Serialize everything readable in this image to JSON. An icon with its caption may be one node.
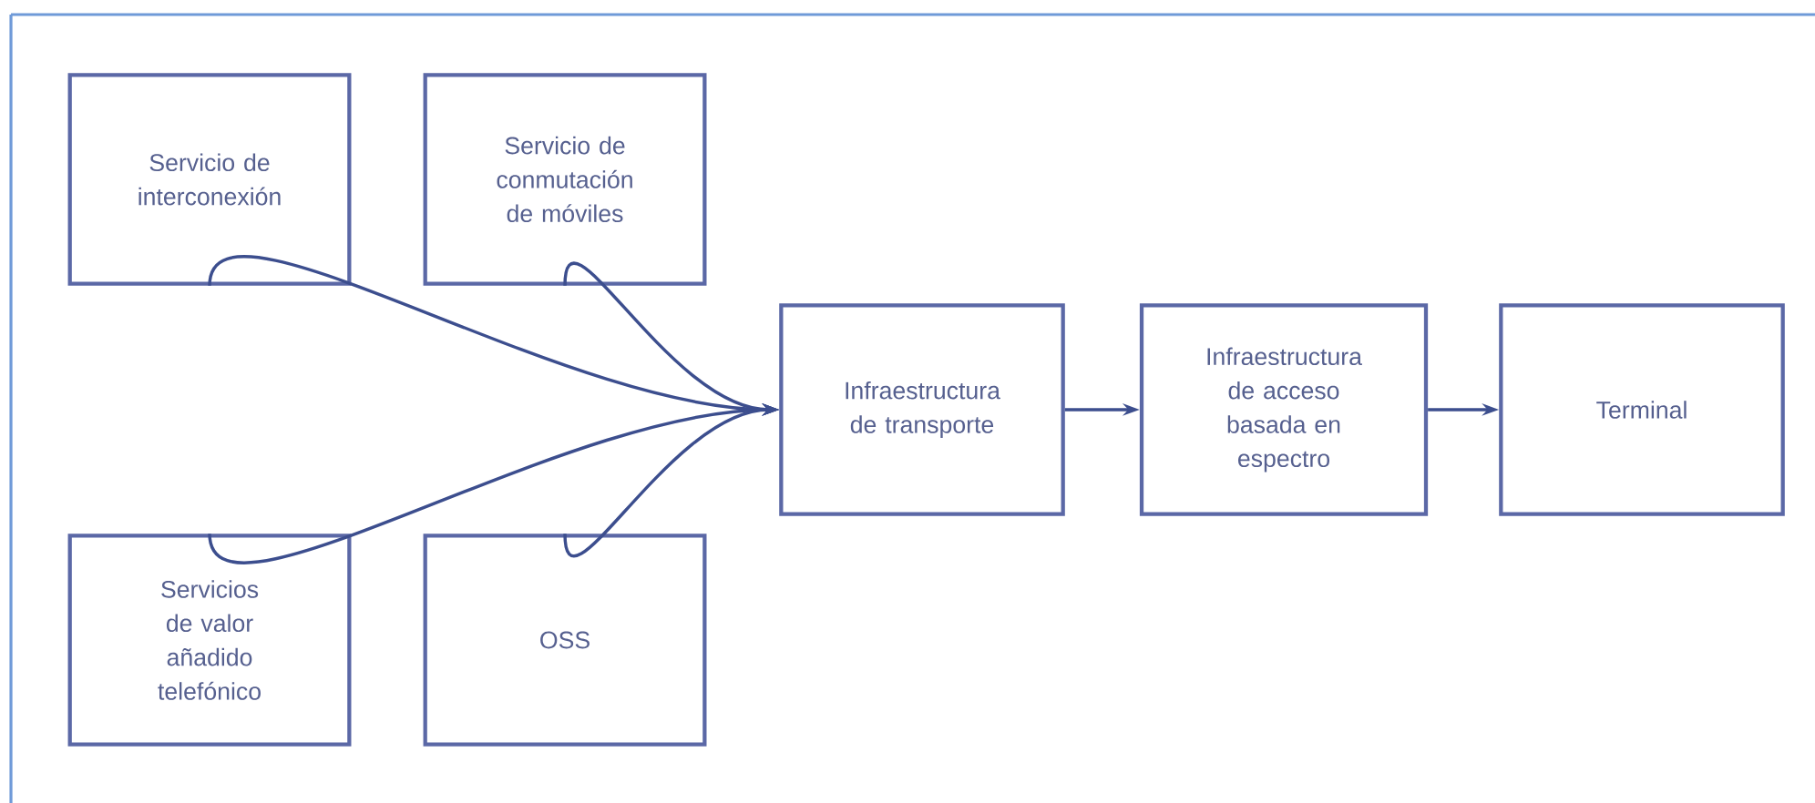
{
  "diagram": {
    "nodes": [
      {
        "text": [
          "Servicio de interconexión"
        ]
      },
      {
        "text": [
          "Servicio de conmutación de móviles"
        ]
      },
      {
        "text": [
          "Servicios de valor añadido telefónico"
        ]
      },
      {
        "text": [
          "OSS"
        ]
      },
      {
        "text": [
          "Infraestructura de transporte"
        ]
      },
      {
        "text": [
          "Infraestructura de acceso basada en espectro"
        ]
      },
      {
        "text": [
          "Terminal"
        ]
      }
    ],
    "edges": [
      {
        "from": 0,
        "to": 4,
        "arrow": "to"
      },
      {
        "from": 1,
        "to": 4,
        "arrow": "to"
      },
      {
        "from": 2,
        "to": 4,
        "arrow": "to"
      },
      {
        "from": 3,
        "to": 4,
        "arrow": "to"
      },
      {
        "from": 4,
        "to": 5,
        "arrow": "to"
      },
      {
        "from": 5,
        "to": 6,
        "arrow": "to"
      }
    ]
  }
}
